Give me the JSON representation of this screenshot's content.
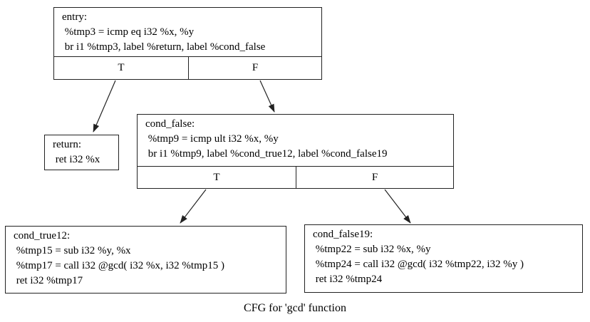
{
  "caption": "CFG for 'gcd' function",
  "colors": {
    "background": "#ffffff",
    "border": "#222222",
    "text": "#000000"
  },
  "nodes": {
    "entry": {
      "lines": [
        "entry:",
        " %tmp3 = icmp eq i32 %x, %y",
        " br i1 %tmp3, label %return, label %cond_false"
      ],
      "branches": {
        "t": "T",
        "f": "F"
      }
    },
    "return": {
      "lines": [
        "return:",
        " ret i32 %x"
      ]
    },
    "cond_false": {
      "lines": [
        "cond_false:",
        " %tmp9 = icmp ult i32 %x, %y",
        " br i1 %tmp9, label %cond_true12, label %cond_false19"
      ],
      "branches": {
        "t": "T",
        "f": "F"
      }
    },
    "cond_true12": {
      "lines": [
        "cond_true12:",
        " %tmp15 = sub i32 %y, %x",
        " %tmp17 = call i32 @gcd( i32 %x, i32 %tmp15 )",
        " ret i32 %tmp17"
      ]
    },
    "cond_false19": {
      "lines": [
        "cond_false19:",
        " %tmp22 = sub i32 %x, %y",
        " %tmp24 = call i32 @gcd( i32 %tmp22, i32 %y )",
        " ret i32 %tmp24"
      ]
    }
  },
  "edges": [
    {
      "from": "entry:T",
      "to": "return"
    },
    {
      "from": "entry:F",
      "to": "cond_false"
    },
    {
      "from": "cond_false:T",
      "to": "cond_true12"
    },
    {
      "from": "cond_false:F",
      "to": "cond_false19"
    }
  ]
}
